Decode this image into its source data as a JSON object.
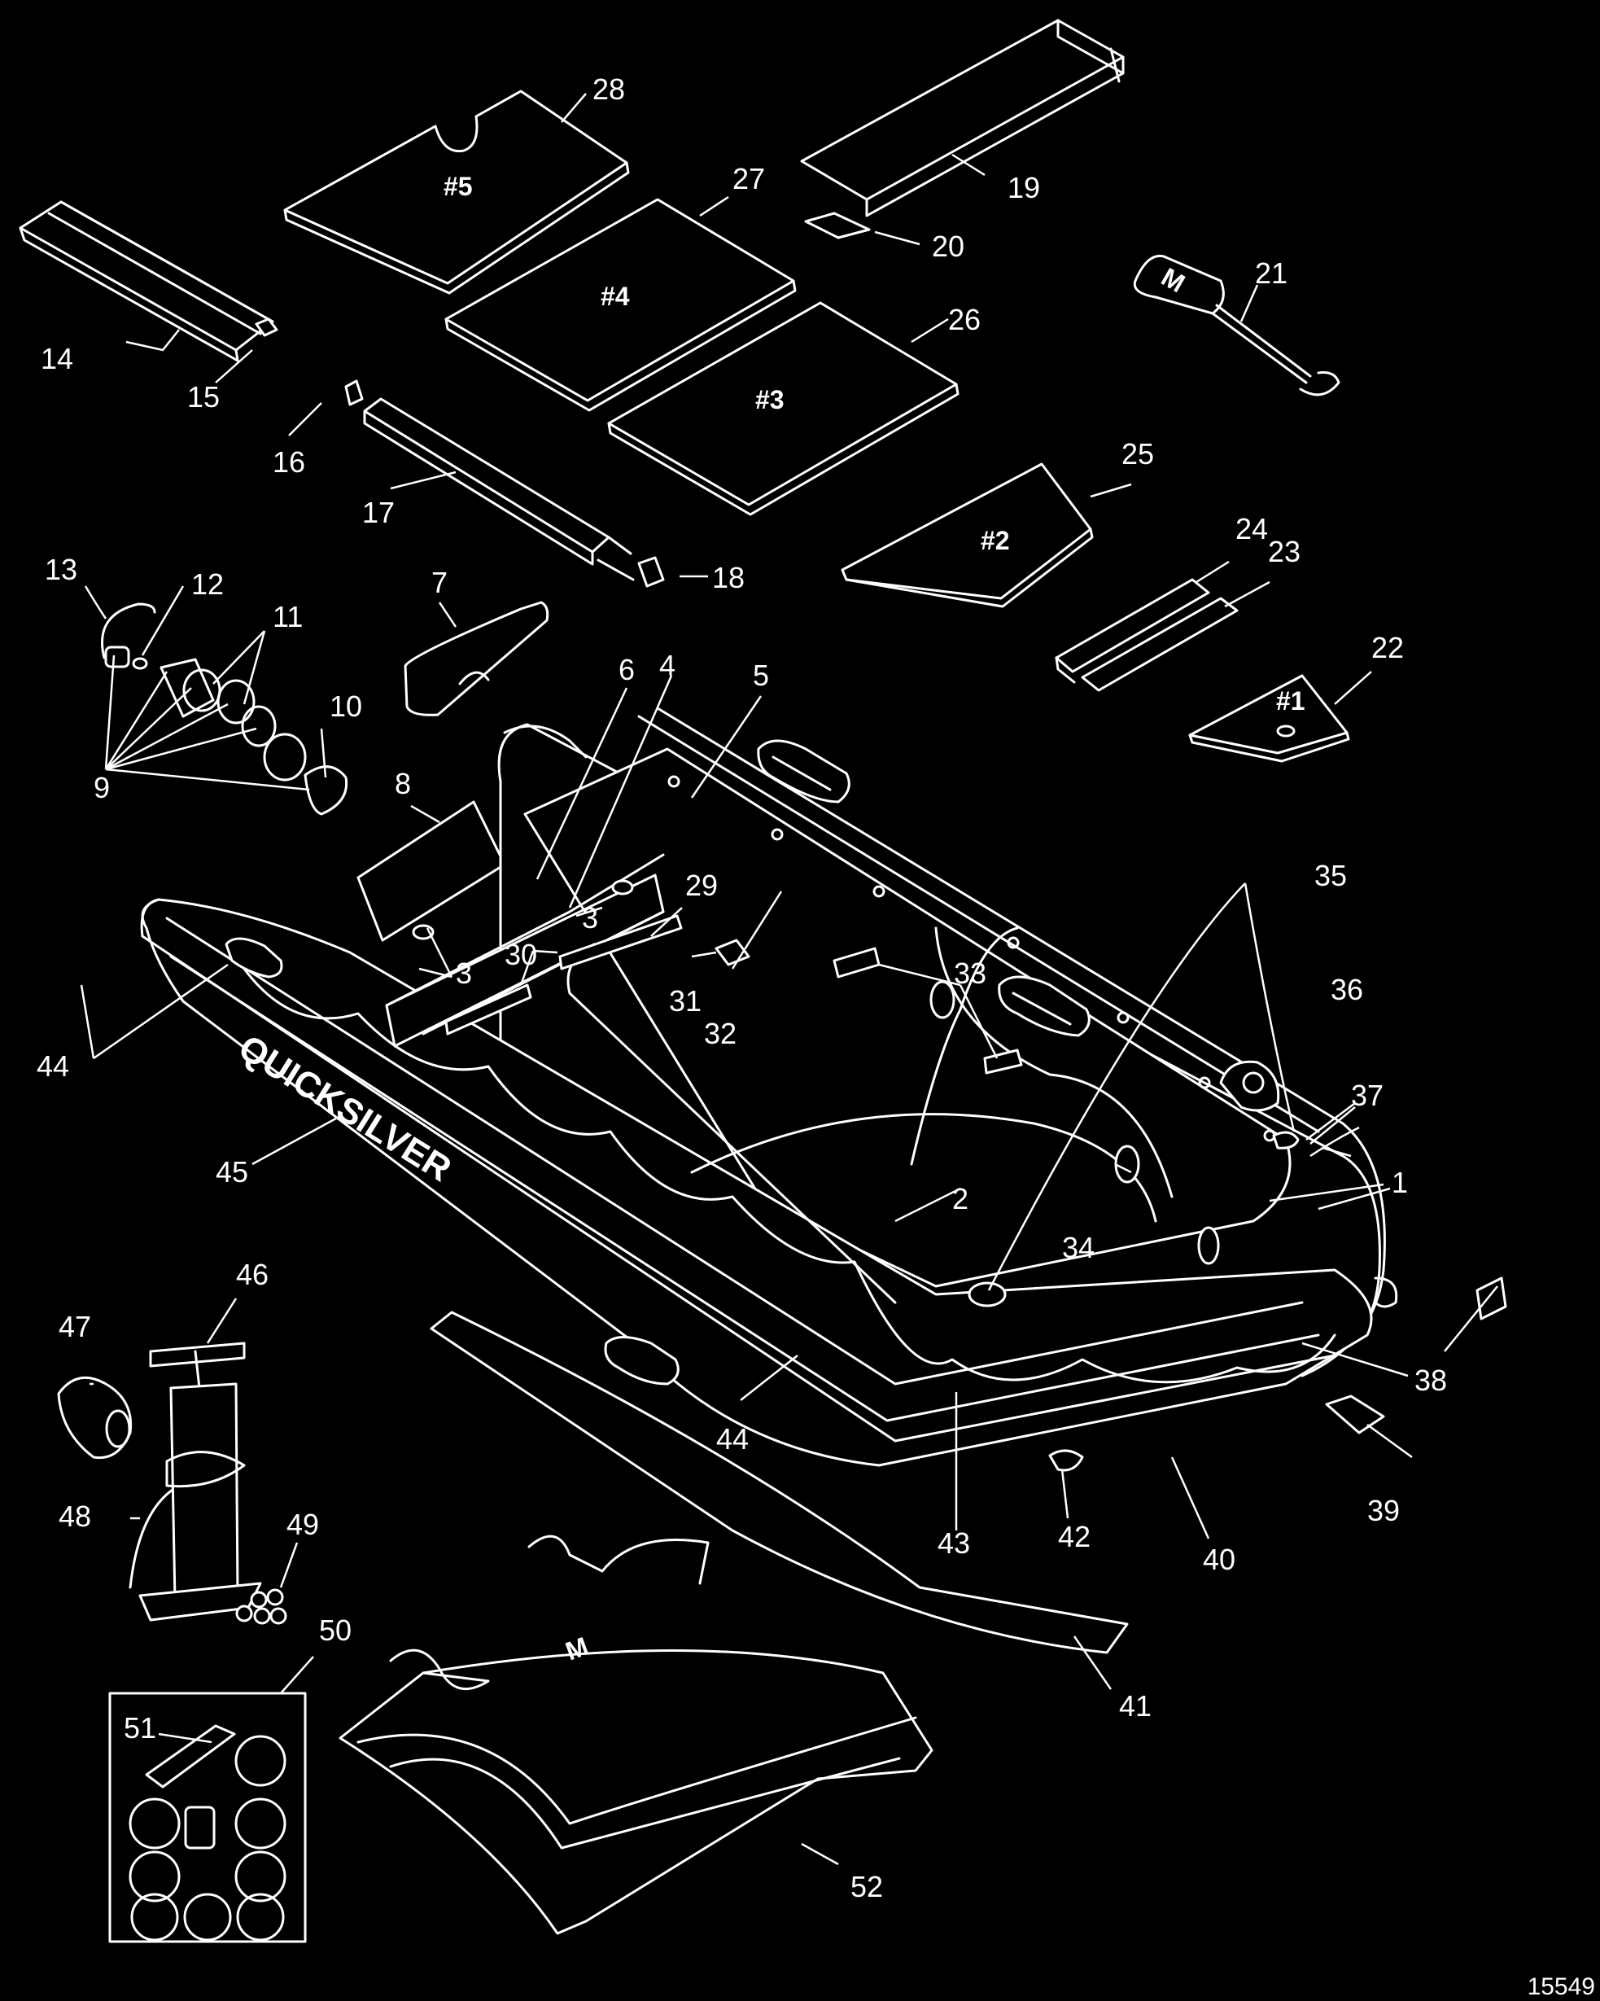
{
  "diagram": {
    "brand_text": "QUICKSILVER",
    "figure_id": "15549",
    "panel_labels": [
      "#5",
      "#4",
      "#3",
      "#2",
      "#1"
    ],
    "callouts": [
      {
        "id": "c1",
        "text": "1"
      },
      {
        "id": "c2",
        "text": "2"
      },
      {
        "id": "c3a",
        "text": "3"
      },
      {
        "id": "c3b",
        "text": "3"
      },
      {
        "id": "c4",
        "text": "4"
      },
      {
        "id": "c5",
        "text": "5"
      },
      {
        "id": "c6",
        "text": "6"
      },
      {
        "id": "c7",
        "text": "7"
      },
      {
        "id": "c8",
        "text": "8"
      },
      {
        "id": "c9",
        "text": "9"
      },
      {
        "id": "c10",
        "text": "10"
      },
      {
        "id": "c11",
        "text": "11"
      },
      {
        "id": "c12",
        "text": "12"
      },
      {
        "id": "c13",
        "text": "13"
      },
      {
        "id": "c14",
        "text": "14"
      },
      {
        "id": "c15",
        "text": "15"
      },
      {
        "id": "c16",
        "text": "16"
      },
      {
        "id": "c17",
        "text": "17"
      },
      {
        "id": "c18",
        "text": "18"
      },
      {
        "id": "c19",
        "text": "19"
      },
      {
        "id": "c20",
        "text": "20"
      },
      {
        "id": "c21",
        "text": "21"
      },
      {
        "id": "c22",
        "text": "22"
      },
      {
        "id": "c23",
        "text": "23"
      },
      {
        "id": "c24",
        "text": "24"
      },
      {
        "id": "c25",
        "text": "25"
      },
      {
        "id": "c26",
        "text": "26"
      },
      {
        "id": "c27",
        "text": "27"
      },
      {
        "id": "c28",
        "text": "28"
      },
      {
        "id": "c29",
        "text": "29"
      },
      {
        "id": "c30",
        "text": "30"
      },
      {
        "id": "c31",
        "text": "31"
      },
      {
        "id": "c32",
        "text": "32"
      },
      {
        "id": "c33",
        "text": "33"
      },
      {
        "id": "c34",
        "text": "34"
      },
      {
        "id": "c35",
        "text": "35"
      },
      {
        "id": "c36",
        "text": "36"
      },
      {
        "id": "c37",
        "text": "37"
      },
      {
        "id": "c38",
        "text": "38"
      },
      {
        "id": "c39",
        "text": "39"
      },
      {
        "id": "c40",
        "text": "40"
      },
      {
        "id": "c41",
        "text": "41"
      },
      {
        "id": "c42",
        "text": "42"
      },
      {
        "id": "c43",
        "text": "43"
      },
      {
        "id": "c44a",
        "text": "44"
      },
      {
        "id": "c44b",
        "text": "44"
      },
      {
        "id": "c45",
        "text": "45"
      },
      {
        "id": "c46",
        "text": "46"
      },
      {
        "id": "c47",
        "text": "47"
      },
      {
        "id": "c48",
        "text": "48"
      },
      {
        "id": "c49",
        "text": "49"
      },
      {
        "id": "c50",
        "text": "50"
      },
      {
        "id": "c51",
        "text": "51"
      },
      {
        "id": "c52",
        "text": "52"
      }
    ]
  }
}
